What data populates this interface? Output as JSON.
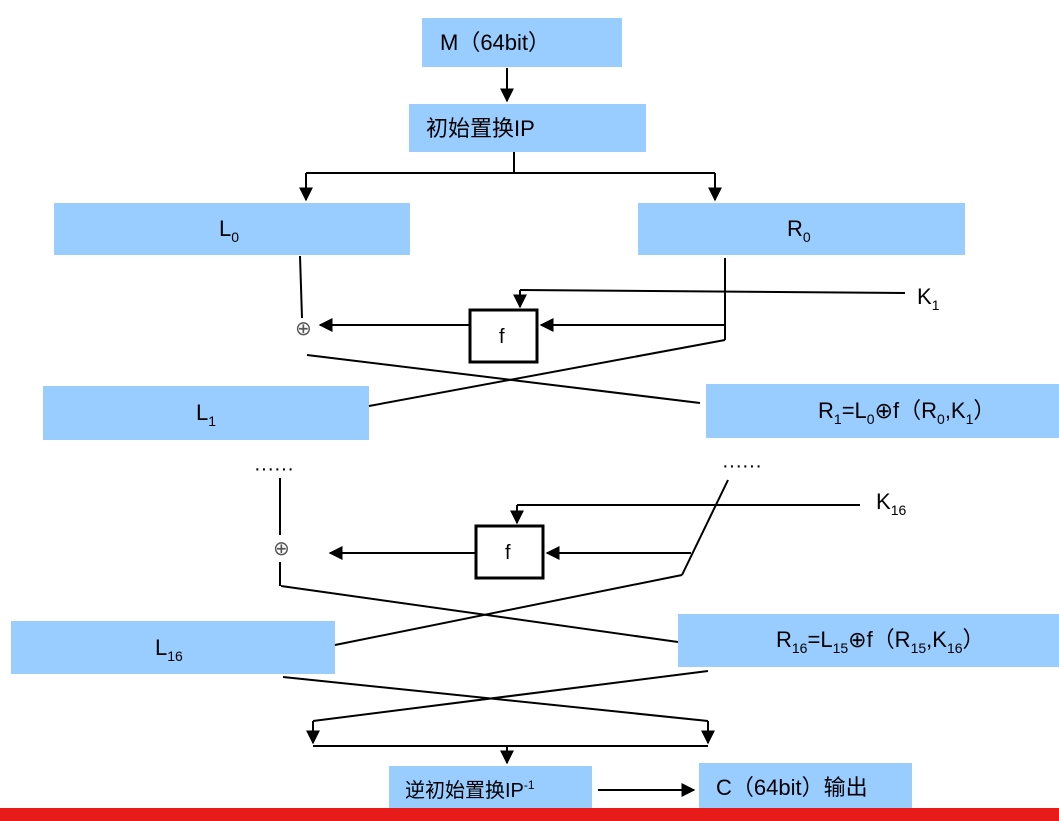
{
  "input_box": {
    "label": "M（64bit）"
  },
  "ip_box": {
    "label": "初始置换IP"
  },
  "round1": {
    "left": {
      "base": "L",
      "sub": "0"
    },
    "right": {
      "base": "R",
      "sub": "0"
    },
    "key": {
      "base": "K",
      "sub": "1"
    },
    "f_label": "f",
    "xor": "⊕",
    "out_left": {
      "base": "L",
      "sub": "1"
    },
    "out_right": {
      "t1": "R",
      "s1": "1",
      "t2": "=L",
      "s2": "0",
      "t3": "⊕f（R",
      "s3": "0",
      "t4": ",K",
      "s4": "1",
      "t5": "）"
    }
  },
  "ellipsis": "······",
  "round16": {
    "key": {
      "base": "K",
      "sub": "16"
    },
    "f_label": "f",
    "xor": "⊕",
    "out_left": {
      "base": "L",
      "sub": "16"
    },
    "out_right": {
      "t1": "R",
      "s1": "16",
      "t2": "=L",
      "s2": "15",
      "t3": "⊕f（R",
      "s3": "15",
      "t4": ",K",
      "s4": "16",
      "t5": "）"
    }
  },
  "inverse_ip": {
    "text": "逆初始置换IP",
    "sup": "-1"
  },
  "output_box": {
    "label": "C（64bit）输出"
  },
  "colors": {
    "box_fill": "#99ccff",
    "bottom_bar": "#e81b1b",
    "line": "#000000"
  }
}
